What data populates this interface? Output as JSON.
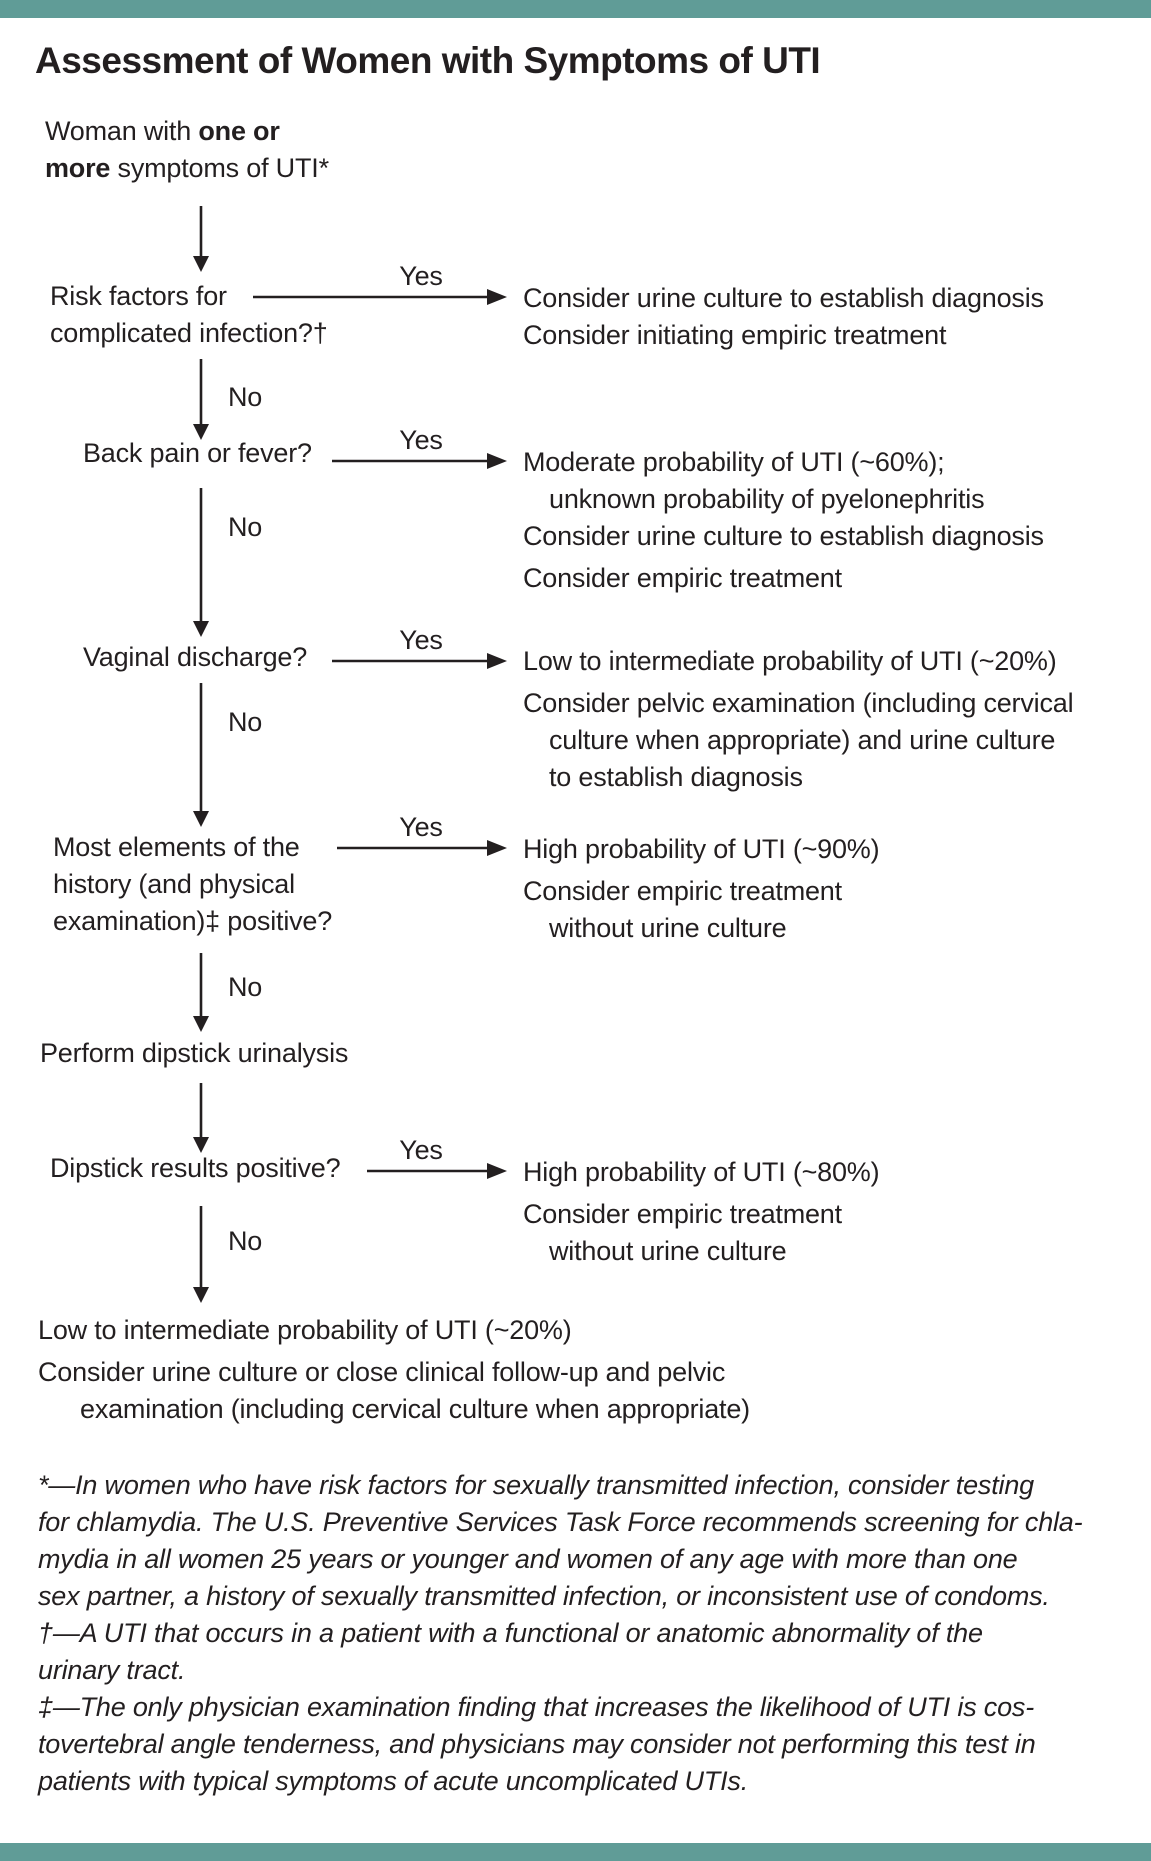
{
  "colors": {
    "accent": "#609c97",
    "ink": "#231f20"
  },
  "title": "Assessment of Women with Symptoms of UTI",
  "flow": {
    "nodes": {
      "symptoms": {
        "pre": "Woman with ",
        "bold1": "one or",
        "bold2": "more",
        "post": " symptoms of UTI*"
      },
      "risk": {
        "line1": "Risk factors for",
        "line2": "complicated infection?†"
      },
      "back_pain": {
        "label": "Back pain or fever?"
      },
      "vaginal": {
        "label": "Vaginal discharge?"
      },
      "history": {
        "line1": "Most elements of the",
        "line2": "history (and physical",
        "line3": "examination)‡ positive?"
      },
      "perform_dipstick": {
        "label": "Perform dipstick urinalysis"
      },
      "dipstick_results": {
        "label": "Dipstick results positive?"
      }
    },
    "edge_labels": {
      "yes": "Yes",
      "no": "No"
    },
    "outcomes": {
      "risk_yes": {
        "lines": [
          "Consider urine culture to establish diagnosis",
          "Consider initiating empiric treatment"
        ]
      },
      "back_pain_yes": {
        "lines": [
          "Moderate probability of UTI (~60%);",
          "unknown probability of pyelonephritis",
          "Consider urine culture to establish diagnosis",
          "Consider empiric treatment"
        ]
      },
      "vaginal_yes": {
        "lines": [
          "Low to intermediate probability of UTI (~20%)",
          "Consider pelvic examination (including cervical",
          "culture when appropriate) and urine culture",
          "to establish diagnosis"
        ]
      },
      "history_yes": {
        "lines": [
          "High probability of UTI (~90%)",
          "Consider empiric treatment",
          "without urine culture"
        ]
      },
      "dipstick_yes": {
        "lines": [
          "High probability of UTI (~80%)",
          "Consider empiric treatment",
          "without urine culture"
        ]
      }
    },
    "final": {
      "lines": [
        "Low to intermediate probability of UTI (~20%)",
        "Consider urine culture or close clinical follow-up and pelvic",
        "examination (including cervical culture when appropriate)"
      ]
    }
  },
  "footnotes": {
    "lines": [
      "*—In women who have risk factors for sexually transmitted infection, consider testing",
      "for chlamydia. The U.S. Preventive Services Task Force recommends screening for chla-",
      "mydia in all women 25 years or younger and women of any age with more than one",
      "sex partner, a history of sexually transmitted infection, or inconsistent use of condoms.",
      "†—A UTI that occurs in a patient with a functional or anatomic abnormality of the",
      "urinary tract.",
      "‡—The only physician examination finding that increases the likelihood of UTI is cos-",
      "tovertebral angle tenderness, and physicians may consider not performing this test in",
      "patients with typical symptoms of acute uncomplicated UTIs."
    ]
  }
}
